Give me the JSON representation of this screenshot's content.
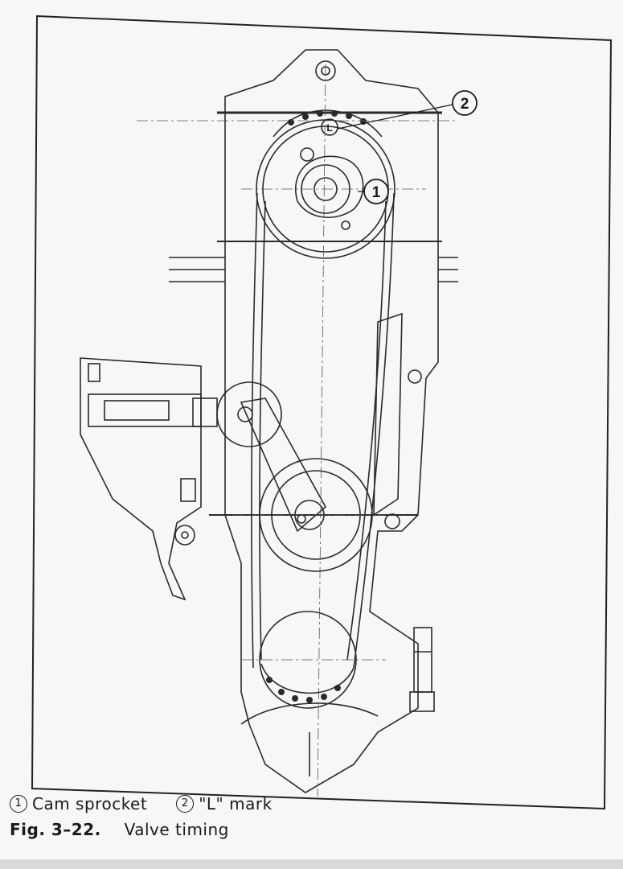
{
  "callouts": {
    "c1": "1",
    "c2": "2",
    "l_mark": "L"
  },
  "caption": {
    "item1_num": "1",
    "item1_label": "Cam sprocket",
    "item2_num": "2",
    "item2_label": "\"L\" mark",
    "fig_number": "Fig. 3–22.",
    "fig_title": "Valve timing"
  }
}
